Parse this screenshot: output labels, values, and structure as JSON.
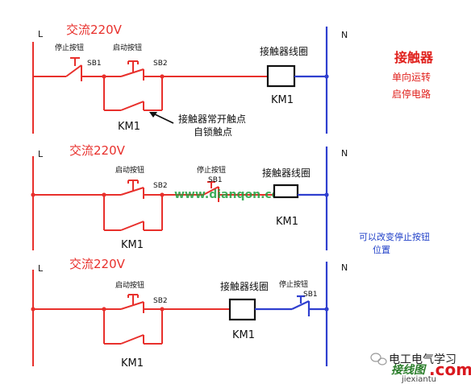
{
  "rails": {
    "left_label": "L",
    "neutral_label": "N"
  },
  "circuits": [
    {
      "source": "交流220V",
      "stop_button": {
        "label": "停止按钮",
        "tag": "SB1"
      },
      "start_button": {
        "label": "启动按钮",
        "tag": "SB2"
      },
      "coil": {
        "label": "接触器线圈",
        "tag": "KM1"
      },
      "hold_contact_tag": "KM1",
      "annotation": [
        "接触器常开触点",
        "自锁触点"
      ]
    },
    {
      "source": "交流220V",
      "start_button": {
        "label": "启动按钮",
        "tag": "SB2"
      },
      "stop_button": {
        "label": "停止按钮",
        "tag": "SB1"
      },
      "coil": {
        "label": "接触器线圈",
        "tag": "KM1"
      },
      "hold_contact_tag": "KM1"
    },
    {
      "source": "交流220V",
      "start_button": {
        "label": "启动按钮",
        "tag": "SB2"
      },
      "coil": {
        "label": "接触器线圈",
        "tag": "KM1"
      },
      "stop_button": {
        "label": "停止按钮",
        "tag": "SB1"
      },
      "hold_contact_tag": "KM1"
    }
  ],
  "side_title": [
    "接触器",
    "单向运转",
    "启停电路"
  ],
  "side_note": [
    "可以改变停止按钮",
    "位置"
  ],
  "watermarks": {
    "url": "www.dianqon.com",
    "brand": "电工电气学习",
    "logo_text": "接线图",
    "logo_sub": "jiexiantu",
    "logo_com": ".com"
  },
  "colors": {
    "live": "#e8302c",
    "neutral": "#2f3fcf",
    "ink": "#111111",
    "title": "#e0201c",
    "note": "#2040c8",
    "url": "#1fa040"
  }
}
